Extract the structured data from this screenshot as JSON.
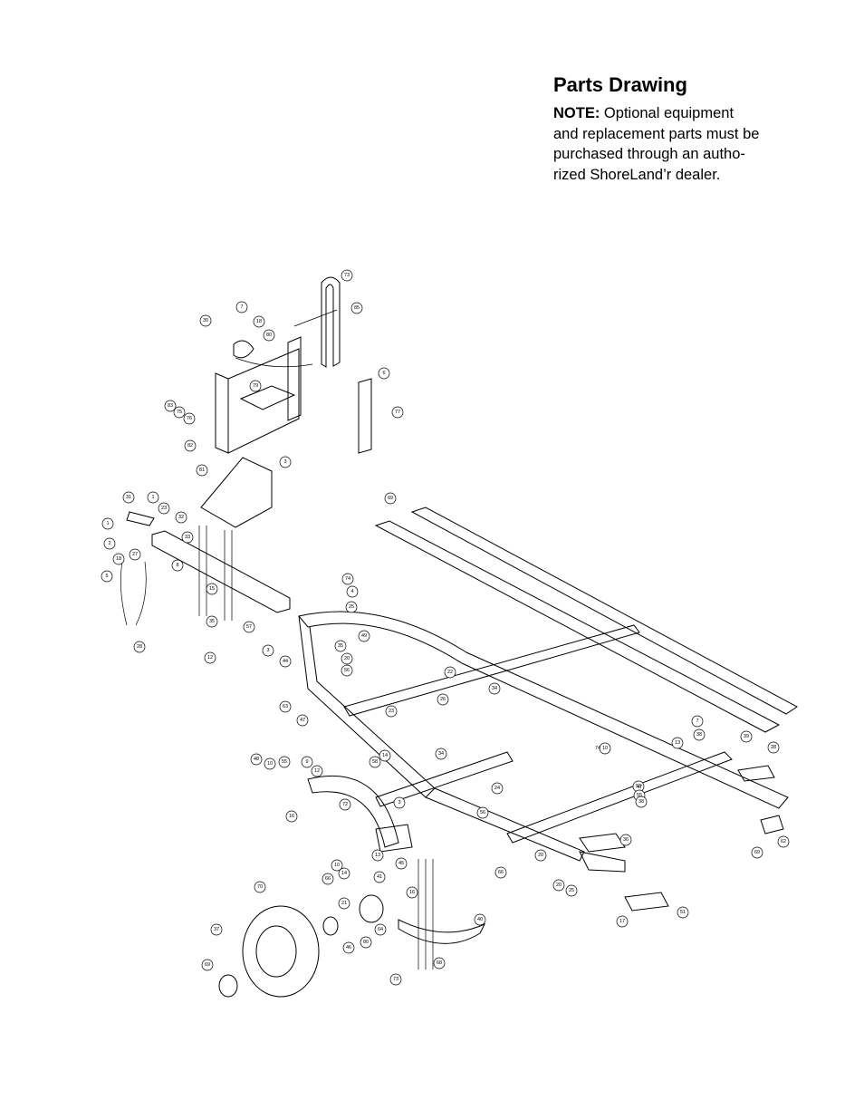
{
  "header": {
    "title": "Parts Drawing",
    "note_label": "NOTE:",
    "note_lines": [
      " Optional equipment",
      "and replacement parts must be",
      "purchased through an autho-",
      "rized ShoreLand’r dealer."
    ]
  },
  "callouts": [
    "73",
    "85",
    "7",
    "18",
    "30",
    "80",
    "6",
    "79",
    "83",
    "75",
    "76",
    "77",
    "82",
    "3",
    "81",
    "31",
    "1",
    "23",
    "32",
    "33",
    "1",
    "2",
    "18",
    "27",
    "8",
    "5",
    "28",
    "15",
    "35",
    "12",
    "57",
    "74",
    "4",
    "25",
    "3",
    "49",
    "44",
    "35",
    "20",
    "56",
    "69",
    "63",
    "47",
    "22",
    "23",
    "26",
    "34",
    "14",
    "58",
    "34",
    "10",
    "55",
    "9",
    "12",
    "3",
    "7",
    "38",
    "13",
    "39",
    "28",
    "24",
    "48",
    "10",
    "53",
    "55",
    "16",
    "72",
    "56",
    "10",
    "14",
    "13",
    "36",
    "38",
    "20",
    "45",
    "41",
    "16",
    "70",
    "66",
    "21",
    "37",
    "46",
    "80",
    "64",
    "68",
    "69",
    "73",
    "47",
    "74",
    "40",
    "17",
    "20",
    "25",
    "51",
    "69",
    "62",
    "66"
  ]
}
